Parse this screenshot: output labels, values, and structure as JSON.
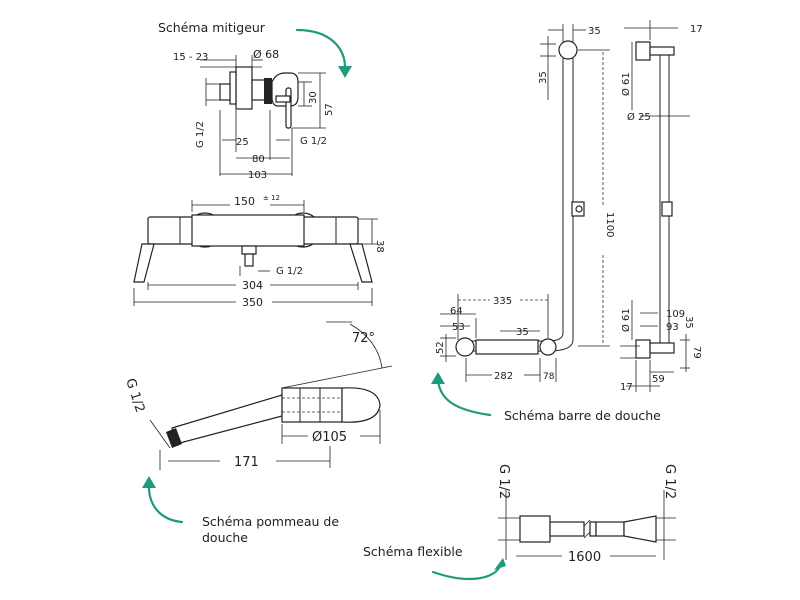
{
  "labels": {
    "mixer": "Schéma mitigeur",
    "bar": "Schéma barre de douche",
    "handshower": "Schéma pommeau de douche",
    "hose": "Schéma flexible"
  },
  "mixer_dims": {
    "range": "15 - 23",
    "diameter": "Ø 68",
    "thread_left": "G 1/2",
    "thread_right": "G 1/2",
    "d30": "30",
    "d57": "57",
    "d25": "25",
    "d80": "80",
    "d103": "103"
  },
  "thermo_dims": {
    "d150": "150",
    "tol": "± 12",
    "d38": "38",
    "thread": "G 1/2",
    "d304": "304",
    "d350": "350"
  },
  "bar_dims": {
    "d35_top": "35",
    "d35_side": "35",
    "d1100": "1100",
    "d335": "335",
    "d64": "64",
    "d53": "53",
    "d52": "52",
    "d35_mid": "35",
    "d282": "282",
    "d78": "78",
    "r17_top": "17",
    "r61_top": "Ø 61",
    "r25": "Ø 25",
    "r109": "109",
    "r61_bot": "Ø 61",
    "r35": "35",
    "r93": "93",
    "r79": "79",
    "r59": "59",
    "r17_bot": "17"
  },
  "shower_dims": {
    "angle": "72°",
    "diameter": "Ø105",
    "length": "171",
    "thread": "G 1/2"
  },
  "hose_dims": {
    "thread_left": "G 1/2",
    "thread_right": "G 1/2",
    "length": "1600"
  },
  "colors": {
    "accent": "#1e9a7e",
    "ink": "#222222"
  }
}
